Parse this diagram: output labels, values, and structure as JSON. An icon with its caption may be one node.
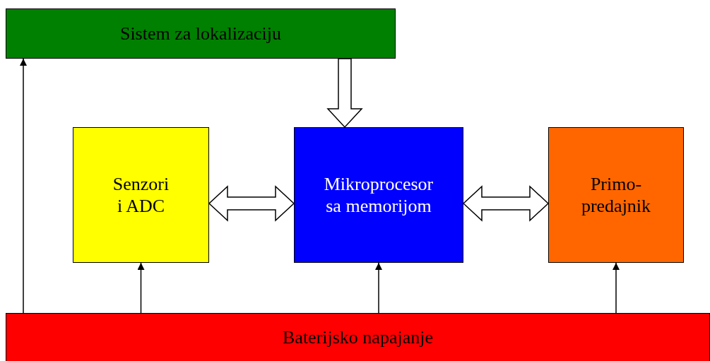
{
  "diagram": {
    "nodes": [
      {
        "text": [
          "Sistem za lokalizaciju"
        ]
      },
      {
        "text": [
          "Senzori i ADC"
        ]
      },
      {
        "text": [
          "Mikroprocesor sa memorijom"
        ]
      },
      {
        "text": [
          "Primo-predajnik"
        ]
      },
      {
        "text": [
          "Baterijsko napajanje"
        ]
      }
    ],
    "edges": [
      {
        "from": 4,
        "to": 0,
        "arrow": "to"
      },
      {
        "from": 4,
        "to": 1,
        "arrow": "to"
      },
      {
        "from": 4,
        "to": 2,
        "arrow": "to"
      },
      {
        "from": 4,
        "to": 3,
        "arrow": "to"
      },
      {
        "from": 0,
        "to": 2,
        "arrow": "to",
        "style": "thick"
      },
      {
        "from": 1,
        "to": 2,
        "arrow": "both",
        "style": "thick"
      },
      {
        "from": 2,
        "to": 3,
        "arrow": "both",
        "style": "thick"
      }
    ]
  }
}
